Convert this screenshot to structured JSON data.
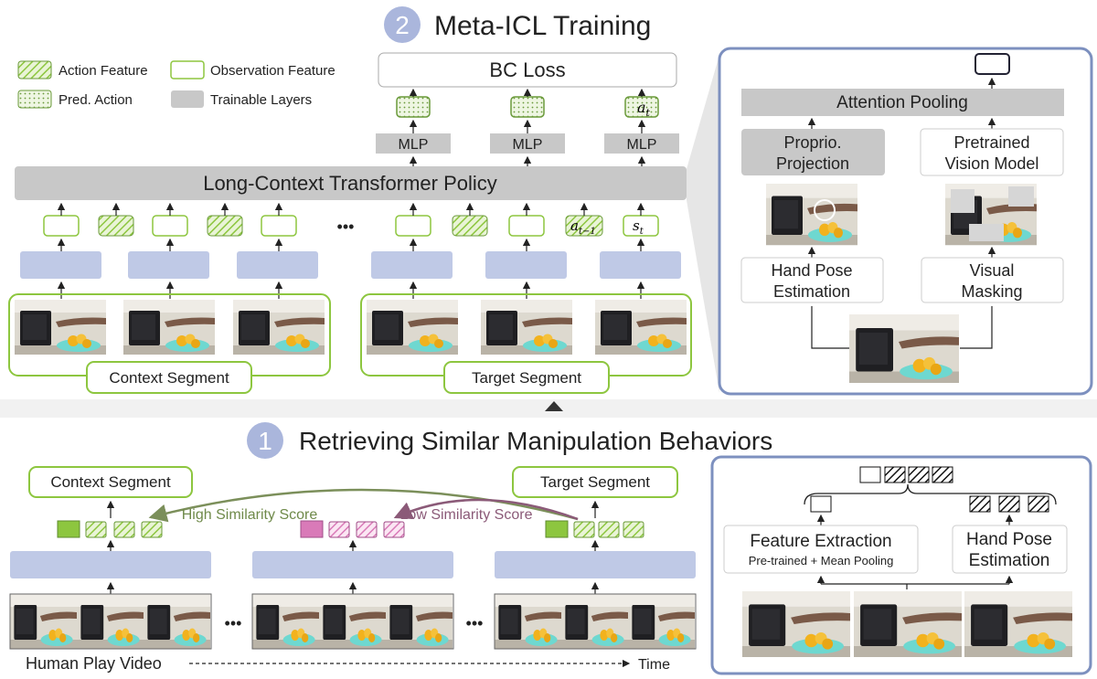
{
  "stage2": {
    "number": "2",
    "title": "Meta-ICL Training"
  },
  "legend": {
    "action_feature": "Action Feature",
    "observation_feature": "Observation Feature",
    "pred_action": "Pred. Action",
    "trainable_layers": "Trainable Layers"
  },
  "bc_loss": "BC Loss",
  "mlp": "MLP",
  "transformer": "Long-Context Transformer Policy",
  "ellipsis": "•••",
  "tokens": {
    "a_t": "a",
    "a_t_sub": "t",
    "a_prev": "a",
    "a_prev_sub": "t−1",
    "s_t": "s",
    "s_t_sub": "t"
  },
  "context_segment": "Context Segment",
  "target_segment": "Target Segment",
  "inset_top": {
    "attention_pooling": "Attention Pooling",
    "proprio_1": "Proprio.",
    "proprio_2": "Projection",
    "pretrained_1": "Pretrained",
    "pretrained_2": "Vision Model",
    "hand_pose_1": "Hand Pose",
    "hand_pose_2": "Estimation",
    "visual_masking_1": "Visual",
    "visual_masking_2": "Masking"
  },
  "stage1": {
    "number": "1",
    "title": "Retrieving Similar Manipulation Behaviors"
  },
  "retrieval": {
    "context_segment": "Context Segment",
    "target_segment": "Target Segment",
    "high_similarity": "High Similarity Score",
    "low_similarity": "Low Similarity Score",
    "human_play_video": "Human Play Video",
    "time": "Time"
  },
  "inset_bottom": {
    "feature_extraction": "Feature Extraction",
    "feature_extraction_sub": "Pre-trained + Mean Pooling",
    "hand_pose_1": "Hand Pose",
    "hand_pose_2": "Estimation"
  },
  "colors": {
    "green": "#8dc63f",
    "green_dark": "#6a9a3a",
    "gray_block": "#c8c8c8",
    "lavender": "#bfc9e6",
    "inset_border": "#7d90bf",
    "badge": "#aab6dc",
    "pink": "#d97ab8",
    "high_arrow": "#7b8f5a",
    "low_arrow": "#8b5a78"
  }
}
